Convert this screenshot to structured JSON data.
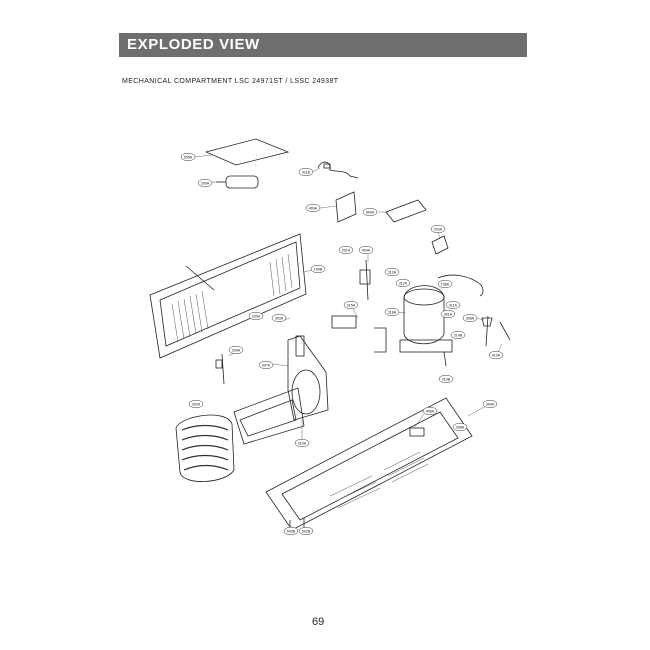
{
  "header": {
    "title": "EXPLODED VIEW"
  },
  "section": {
    "subtitle": "MECHANICAL COMPARTMENT LSC 24971ST / LSSC 24938T"
  },
  "page": {
    "number": "69"
  },
  "callouts": [
    "505A",
    "200A",
    "411B",
    "409A",
    "500A",
    "203A",
    "404A",
    "149B",
    "315A",
    "318A",
    "410A",
    "308A",
    "303A",
    "307A",
    "309A",
    "310A",
    "314B",
    "319B",
    "312A",
    "311A",
    "108A",
    "201A",
    "406A",
    "306A",
    "304A",
    "313A",
    "302A",
    "320A",
    "301A",
    "503B",
    "502B"
  ]
}
